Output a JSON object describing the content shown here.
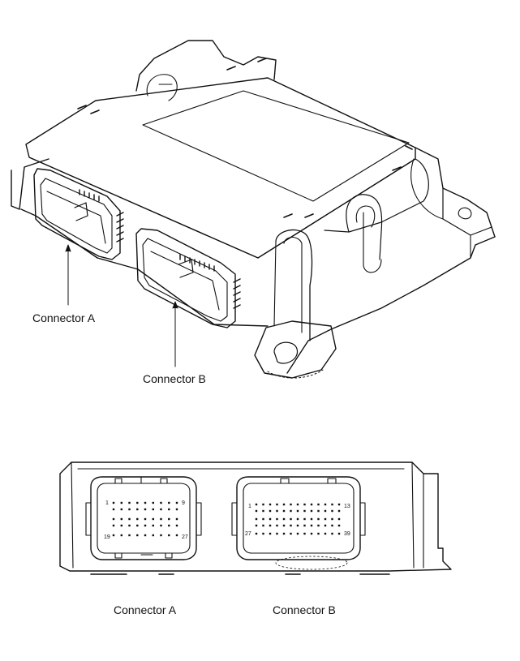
{
  "iso_labels": {
    "connector_a": "Connector A",
    "connector_b": "Connector B"
  },
  "front_labels": {
    "connector_a": "Connector A",
    "connector_b": "Connector B"
  },
  "connector_a_pins": {
    "top_left": "1",
    "top_right": "9",
    "bottom_left": "19",
    "bottom_right": "27"
  },
  "connector_b_pins": {
    "top_left": "1",
    "top_right": "13",
    "bottom_left": "27",
    "bottom_right": "39"
  }
}
